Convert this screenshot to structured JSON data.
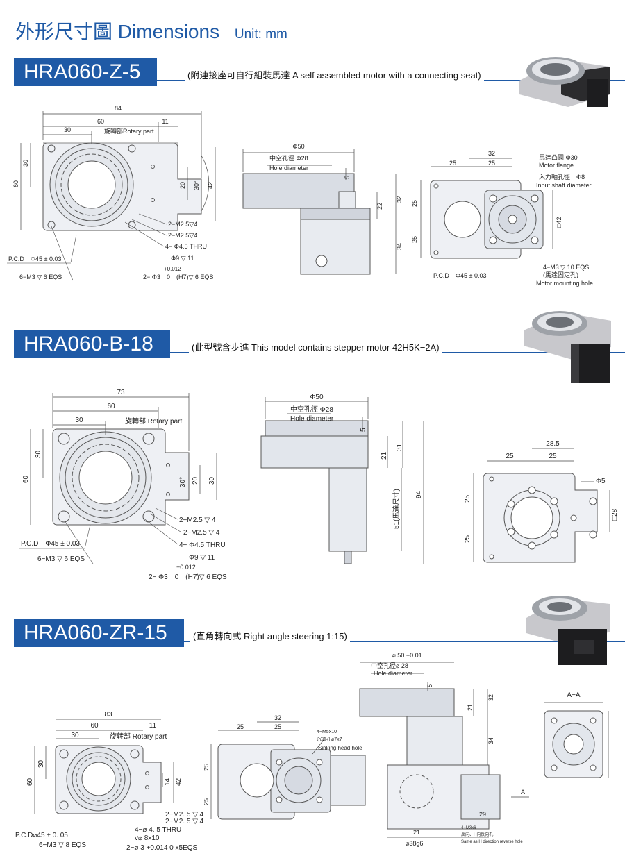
{
  "header": {
    "title_cn": "外形尺寸圖",
    "title_en": "Dimensions",
    "unit": "Unit: mm"
  },
  "sections": [
    {
      "model": "HRA060-Z-5",
      "note": "(附連接座可自行組裝馬達 A self assembled motor with a connecting seat)",
      "labels": {
        "d84": "84",
        "d60": "60",
        "d30": "30",
        "d11": "11",
        "rotary": "旋轉部Rotary part",
        "v30": "30",
        "v60": "60",
        "v20": "20",
        "ang30": "30°",
        "v42": "42",
        "m25a": "2−M2.5▽4",
        "m25b": "2−M2.5▽4",
        "thru": "4− Φ4.5 THRU",
        "cb": "Φ9 ▽ 11",
        "tol": "+0.012",
        "pin": "2− Φ3　0　(H7)▽ 6 EQS",
        "pcd": "P.C.D　Φ45 ± 0.03",
        "m3": "6−M3 ▽ 6 EQS",
        "phi50": "Φ50",
        "hole_cn": "中空孔徑 Φ28",
        "hole_en": "Hole diameter",
        "s5": "5",
        "s22": "22",
        "s32": "32",
        "s34": "34",
        "r32": "32",
        "r25a": "25",
        "r25b": "25",
        "flange_cn": "馬達凸圓 Φ30",
        "flange_en": "Motor flange",
        "shaft_cn": "入力軸孔徑　Φ8",
        "shaft_en": "Input shaft diameter",
        "r25c": "25",
        "r25d": "25",
        "sq42": "□42",
        "mh": "4−M3 ▽ 10 EQS",
        "mh_cn": "(馬達固定孔)",
        "mh_en": "Motor mounting hole",
        "rpcd": "P.C.D　Φ45 ± 0.03"
      }
    },
    {
      "model": "HRA060-B-18",
      "note": "(此型號含步進 This model contains stepper motor 42H5K−2A)",
      "labels": {
        "d73": "73",
        "d60": "60",
        "d30": "30",
        "rotary": "旋轉部 Rotary part",
        "v30": "30",
        "v60": "60",
        "ang30": "30°",
        "v20": "20",
        "v30b": "30",
        "m25a": "2−M2.5 ▽ 4",
        "m25b": "2−M2.5 ▽ 4",
        "thru": "4− Φ4.5 THRU",
        "cb": "Φ9 ▽ 11",
        "tol": "+0.012",
        "pin": "2− Φ3　0　(H7)▽ 6 EQS",
        "pcd": "P.C.D　Φ45 ± 0.03",
        "m3": "6−M3 ▽ 6 EQS",
        "phi50": "Φ50",
        "hole_cn": "中空孔徑 Φ28",
        "hole_en": "Hole diameter",
        "s5": "5",
        "s21": "21",
        "s31": "31",
        "s51": "51(馬達尺寸)",
        "s94": "94",
        "r285": "28.5",
        "r25a": "25",
        "r25b": "25",
        "phi5": "Φ5",
        "sq28": "□28",
        "r25c": "25",
        "r25d": "25"
      }
    },
    {
      "model": "HRA060-ZR-15",
      "note": "(直角轉向式 Right angle steering 1:15)",
      "labels": {
        "d83": "83",
        "d60": "60",
        "d11": "11",
        "d30": "30",
        "rotary": "旋转部 Rotary part",
        "v30": "30",
        "v60": "60",
        "v14": "14",
        "v42": "42",
        "m25a": "2−M2. 5 ▽ 4",
        "m25b": "2−M2. 5 ▽ 4",
        "thru": "4−⌀ 4. 5 THRU",
        "cb": "v⌀ 8x10",
        "pin": "2−⌀ 3 +0.014 0 x5EQS",
        "pcd": "P.C.D⌀45 ± 0. 05",
        "m3": "6−M3 ▽ 8 EQS",
        "m32": "32",
        "m25a2": "25",
        "m25b2": "25",
        "mv25a": "25",
        "mv25b": "25",
        "sink": "Sinking head hole",
        "sink_cn": "沉頭孔⌀7x7",
        "m4": "4−M5x10",
        "phi50": "⌀ 50 −0.01",
        "hole_cn": "中空孔径⌀ 28",
        "hole_en": "Hole diameter",
        "s5": "5",
        "s21": "21",
        "s32": "32",
        "s34": "34",
        "s21b": "21",
        "s29": "29",
        "s38": "⌀38g6",
        "rev": "Same as H direction reverse hole",
        "rev_cn": "反向、H向反向孔",
        "m4b": "4−M3x6",
        "aa": "A−A",
        "arrowA": "A"
      }
    }
  ]
}
